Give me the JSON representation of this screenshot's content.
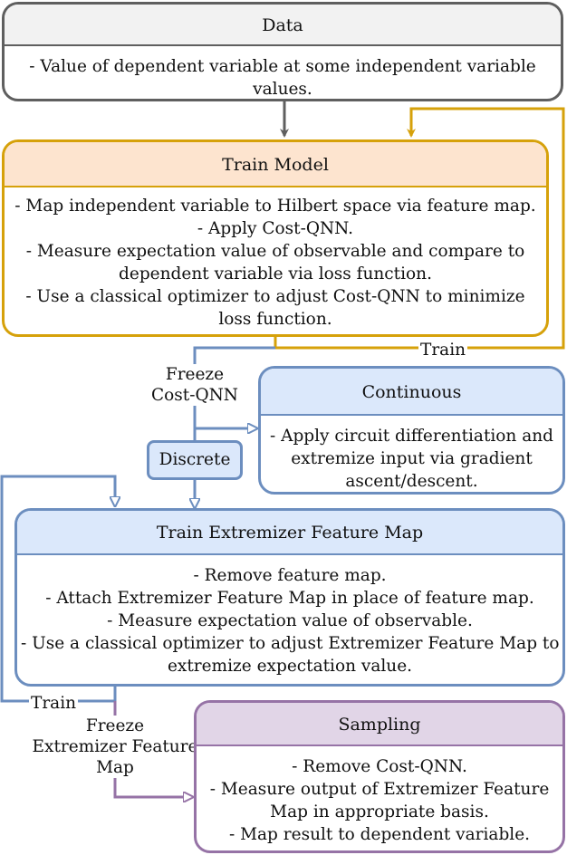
{
  "data_box": {
    "title": "Data",
    "lines": [
      "- Value of dependent variable at some independent variable",
      "values."
    ]
  },
  "train_model": {
    "title": "Train Model",
    "lines": [
      "- Map independent variable to Hilbert space via feature map.",
      "- Apply Cost-QNN.",
      "- Measure expectation value of observable and compare to",
      "dependent variable via loss function.",
      "- Use a classical optimizer to adjust Cost-QNN to minimize",
      "loss function."
    ]
  },
  "continuous": {
    "title": "Continuous",
    "lines": [
      "- Apply circuit differentiation and",
      "extremize input via gradient",
      "ascent/descent."
    ]
  },
  "discrete": {
    "label": "Discrete"
  },
  "extremizer": {
    "title": "Train Extremizer Feature Map",
    "lines": [
      "- Remove feature map.",
      "- Attach Extremizer Feature Map in place of feature map.",
      "- Measure expectation value of observable.",
      "- Use a classical optimizer to adjust Extremizer Feature Map to",
      "extremize expectation value."
    ]
  },
  "sampling": {
    "title": "Sampling",
    "lines": [
      "- Remove Cost-QNN.",
      "- Measure output of Extremizer Feature",
      "Map in appropriate basis.",
      "- Map result to dependent variable."
    ]
  },
  "labels": {
    "train_top": "Train",
    "freeze_cost": [
      "Freeze",
      "Cost-QNN"
    ],
    "train_bottom": "Train",
    "freeze_ext": [
      "Freeze",
      "Extremizer Feature",
      "Map"
    ]
  },
  "colors": {
    "gray": "#5f5f5f",
    "orange": "#d6a10a",
    "blue": "#6c8ebf",
    "purple": "#9673a6"
  }
}
